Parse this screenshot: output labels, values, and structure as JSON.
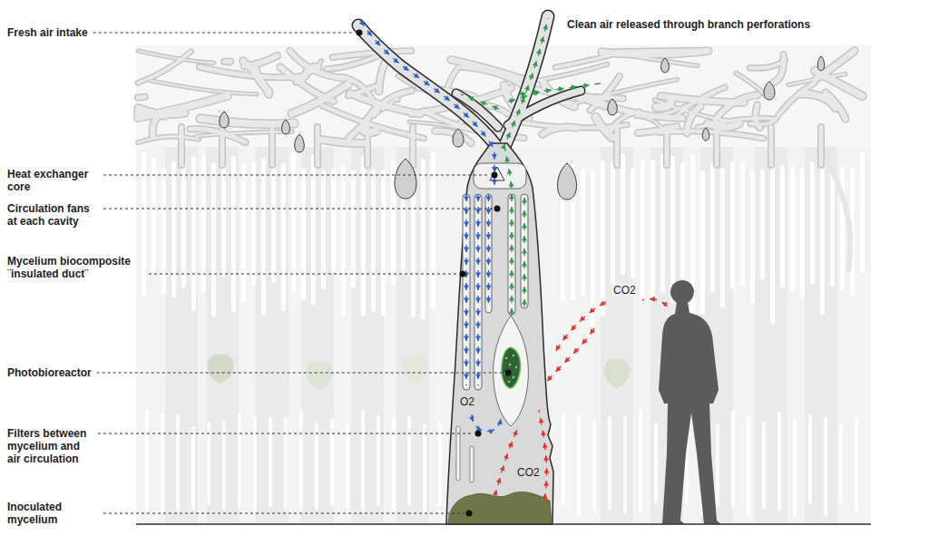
{
  "diagram": {
    "labels": [
      "Fresh air intake",
      "Clean air released through branch perforations",
      "Heat exchanger core",
      "Circulation fans at each cavity",
      "Mycelium biocomposite ¨insulated duct¨",
      "CO2",
      "Photobioreactor",
      "O2",
      "Filters between mycelium and air circulation",
      "CO2",
      "Inoculated mycelium"
    ]
  }
}
